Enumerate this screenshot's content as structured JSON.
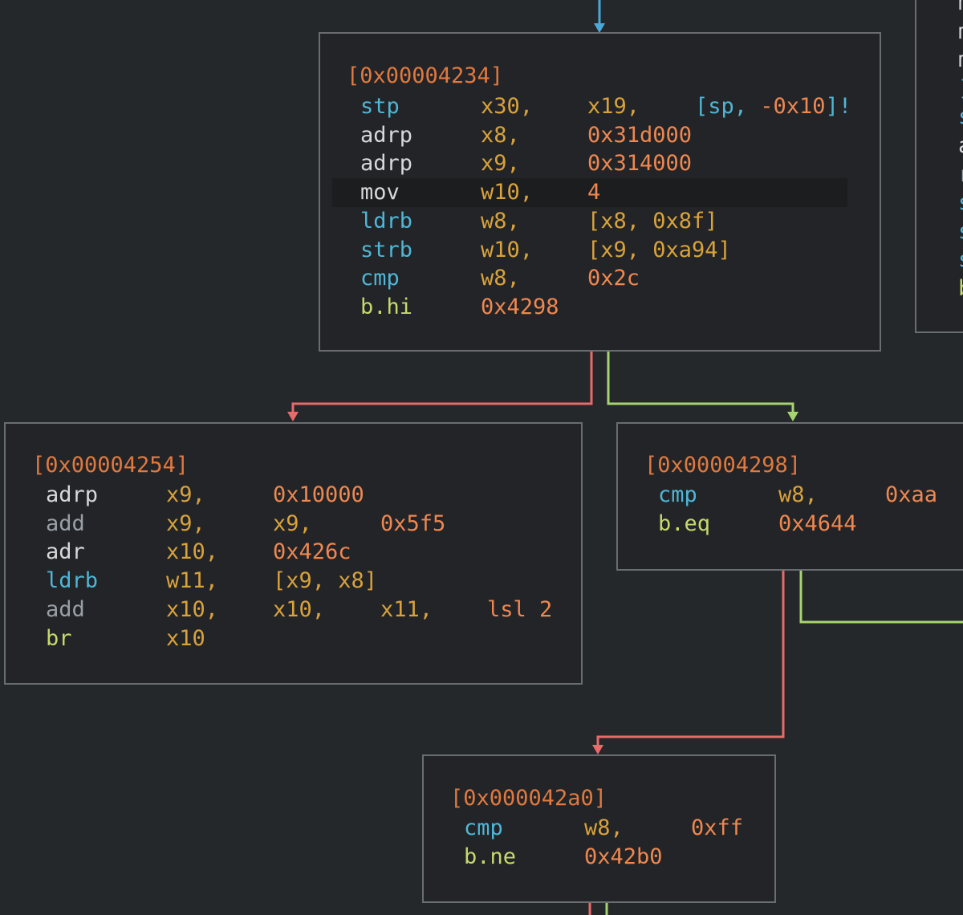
{
  "colors": {
    "background": "#25282b",
    "block_bg": "#222427",
    "block_border": "#6a6d70",
    "edge_true": "#e86a6a",
    "edge_false": "#a8d46f",
    "edge_in": "#4aa8d8",
    "address": "#e0793f"
  },
  "blocks": {
    "b4234": {
      "address": "[0x00004234]",
      "lines": [
        {
          "mn": "stp",
          "op1": "x30,",
          "op2": "x19,",
          "op3": "[sp, -0x10]!"
        },
        {
          "mn": "adrp",
          "op1": "x8,",
          "op2": "0x31d000"
        },
        {
          "mn": "adrp",
          "op1": "x9,",
          "op2": "0x314000"
        },
        {
          "mn": "mov",
          "op1": "w10,",
          "op2": "4"
        },
        {
          "mn": "ldrb",
          "op1": "w8,",
          "op2": "[x8, 0x8f]"
        },
        {
          "mn": "strb",
          "op1": "w10,",
          "op2": "[x9, 0xa94]"
        },
        {
          "mn": "cmp",
          "op1": "w8,",
          "op2": "0x2c"
        },
        {
          "mn": "b.hi",
          "op1": "0x4298"
        }
      ]
    },
    "b4254": {
      "address": "[0x00004254]",
      "lines": [
        {
          "mn": "adrp",
          "op1": "x9,",
          "op2": "0x10000"
        },
        {
          "mn": "add",
          "op1": "x9,",
          "op2": "x9,",
          "op3": "0x5f5"
        },
        {
          "mn": "adr",
          "op1": "x10,",
          "op2": "0x426c"
        },
        {
          "mn": "ldrb",
          "op1": "w11,",
          "op2": "[x9, x8]"
        },
        {
          "mn": "add",
          "op1": "x10,",
          "op2": "x10,",
          "op3": "x11,",
          "op4": "lsl 2"
        },
        {
          "mn": "br",
          "op1": "x10"
        }
      ]
    },
    "b4298": {
      "address": "[0x00004298]",
      "lines": [
        {
          "mn": "cmp",
          "op1": "w8,",
          "op2": "0xaa"
        },
        {
          "mn": "b.eq",
          "op1": "0x4644"
        }
      ]
    },
    "b42a0": {
      "address": "[0x000042a0]",
      "lines": [
        {
          "mn": "cmp",
          "op1": "w8,",
          "op2": "0xff"
        },
        {
          "mn": "b.ne",
          "op1": "0x42b0"
        }
      ]
    }
  },
  "side_block": {
    "chars": [
      "m",
      "m",
      "m",
      "]",
      "s",
      "a",
      "r",
      "s",
      "s",
      "s",
      "b"
    ]
  }
}
